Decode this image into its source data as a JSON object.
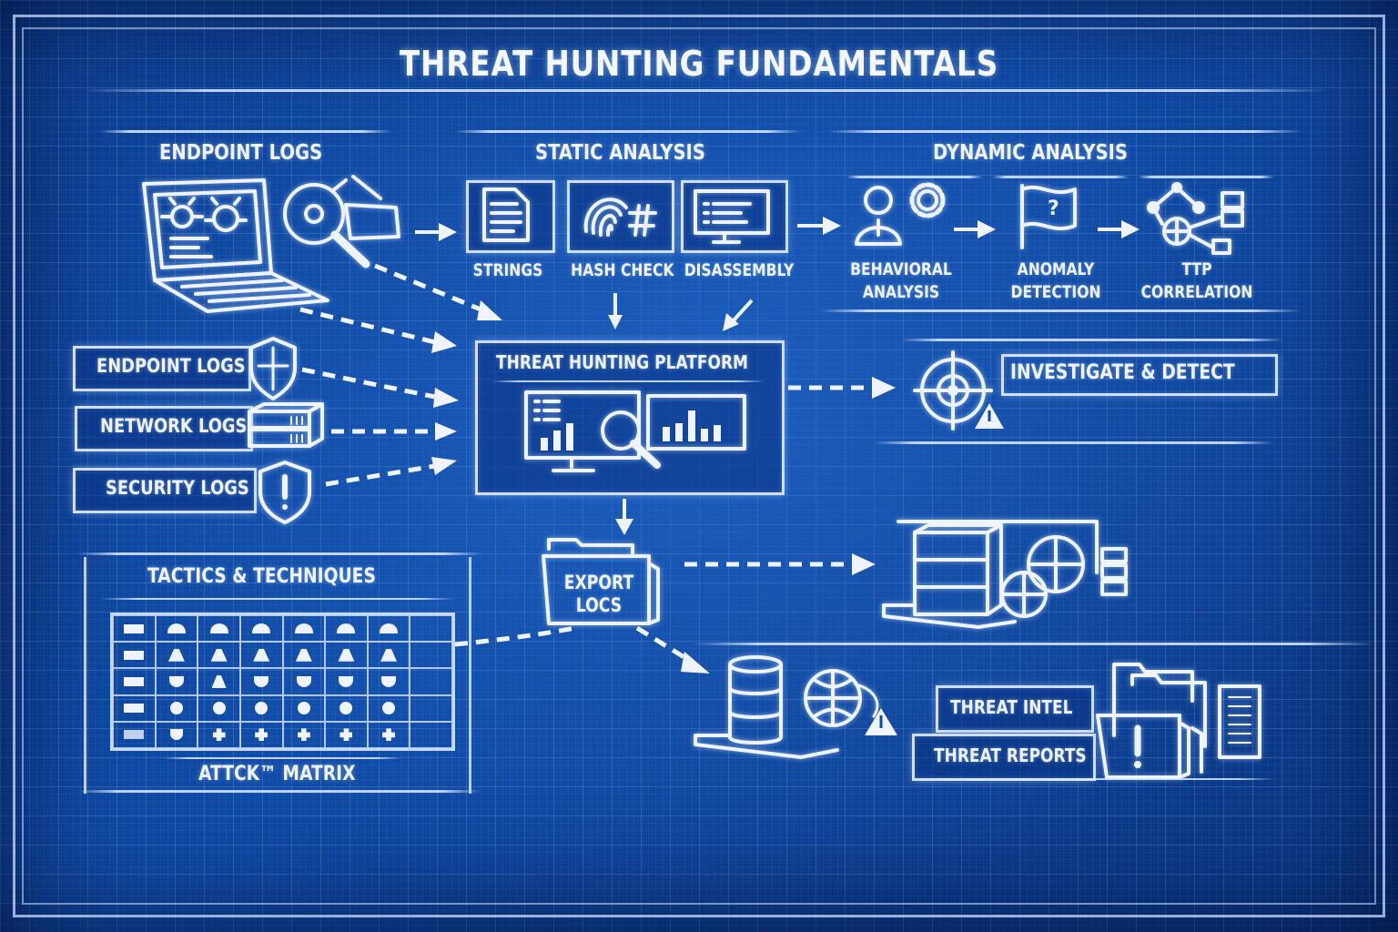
{
  "title": "THREAT HUNTING FUNDAMENTALS",
  "sections": {
    "endpoint_logs": {
      "heading": "ENDPOINT LOGS",
      "icon": "laptop-bug-magnifier-icon"
    },
    "static_analysis": {
      "heading": "STATIC ANALYSIS",
      "steps": [
        {
          "label": "STRINGS",
          "icon": "document-icon"
        },
        {
          "label": "HASH CHECK",
          "icon": "fingerprint-hash-icon"
        },
        {
          "label": "DISASSEMBLY",
          "icon": "monitor-code-icon"
        }
      ]
    },
    "dynamic_analysis": {
      "heading": "DYNAMIC ANALYSIS",
      "steps": [
        {
          "label_line1": "BEHAVIORAL",
          "label_line2": "ANALYSIS",
          "icon": "user-gear-icon"
        },
        {
          "label_line1": "ANOMALY",
          "label_line2": "DETECTION",
          "icon": "flag-question-icon"
        },
        {
          "label_line1": "TTP",
          "label_line2": "CORRELATION",
          "icon": "network-graph-icon"
        }
      ]
    }
  },
  "log_sources": [
    {
      "label": "ENDPOINT LOGS",
      "icon": "shield-icon"
    },
    {
      "label": "NETWORK LOGS",
      "icon": "server-stack-icon"
    },
    {
      "label": "SECURITY LOGS",
      "icon": "shield-alert-icon"
    }
  ],
  "platform": {
    "label": "THREAT HUNTING PLATFORM",
    "icon": "dashboard-magnifier-icon"
  },
  "investigate": {
    "label": "INVESTIGATE & DETECT",
    "icon": "target-alert-icon"
  },
  "export": {
    "label_line1": "EXPORT",
    "label_line2": "LOCS",
    "icon": "folder-icon"
  },
  "matrix": {
    "heading": "TACTICS & TECHNIQUES",
    "footer": "ATTCK™ MATRIX",
    "rows": 5,
    "cols": 8,
    "row_shapes": [
      "dome",
      "triangle",
      "cup",
      "ring",
      "cross"
    ]
  },
  "storage": {
    "icon": "server-globe-target-icon"
  },
  "threat_intel": {
    "intel_label": "THREAT INTEL",
    "reports_label": "THREAT REPORTS",
    "db_icon": "database-globe-alert-icon",
    "docs_icon": "folders-alert-icon"
  },
  "colors": {
    "background": "#0f4aa6",
    "line": "#eef3ff",
    "grid": "#a0c8ff"
  }
}
